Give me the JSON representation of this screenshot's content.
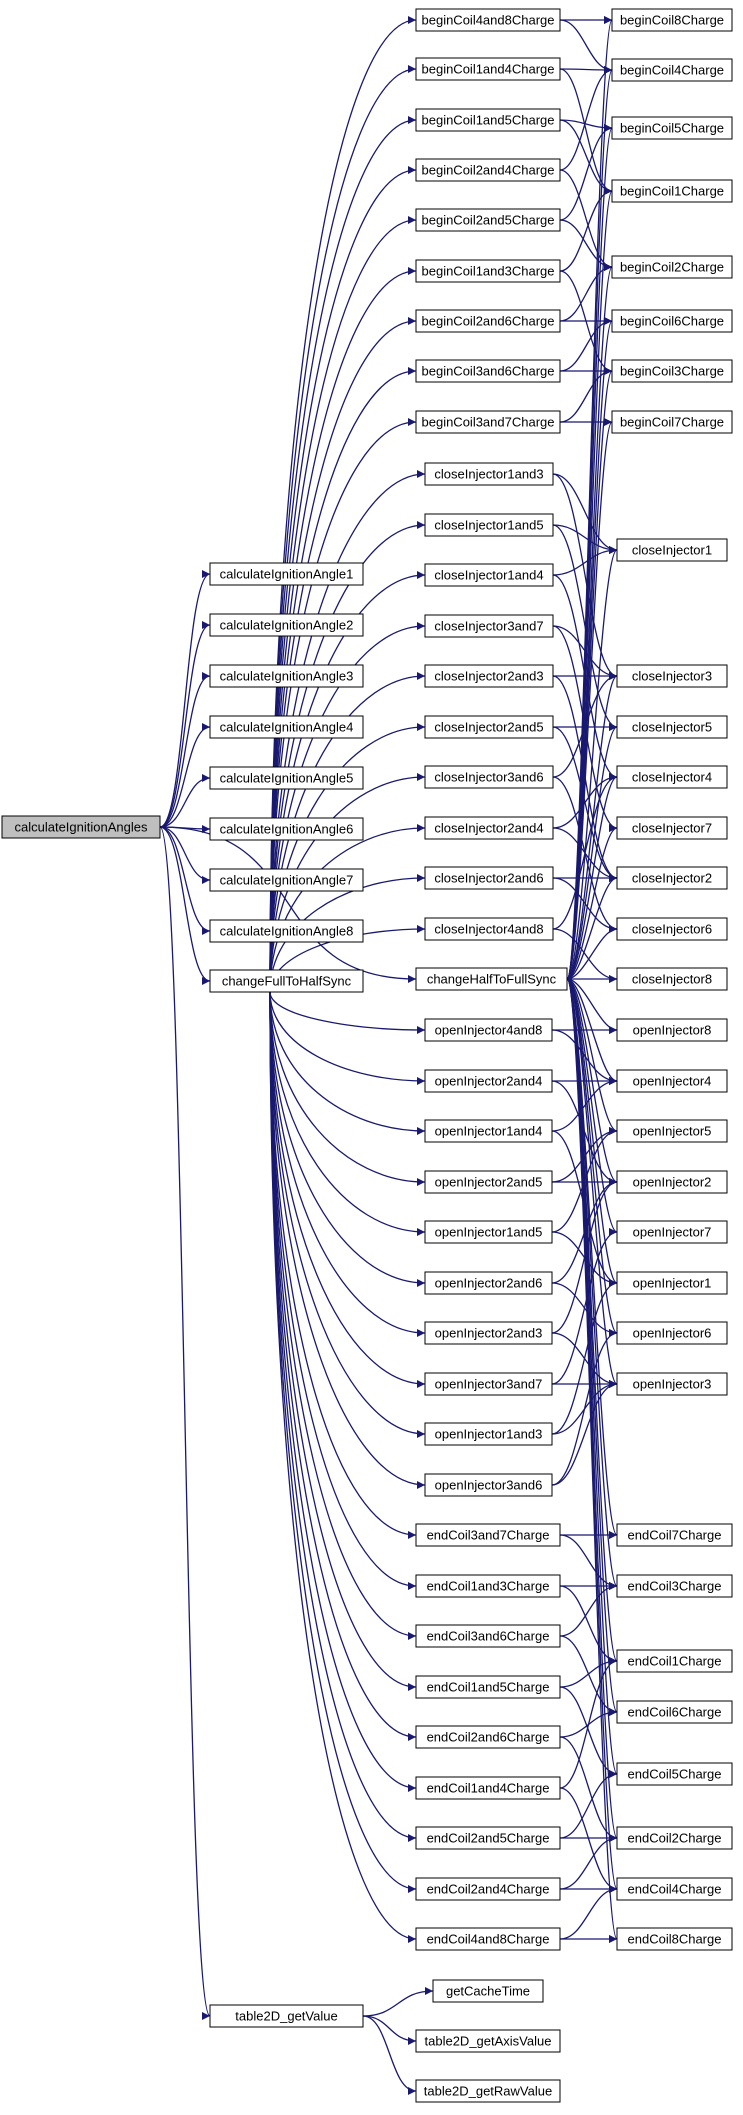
{
  "root": "calculateIgnitionAngles",
  "col1": [
    "calculateIgnitionAngle1",
    "calculateIgnitionAngle2",
    "calculateIgnitionAngle3",
    "calculateIgnitionAngle4",
    "calculateIgnitionAngle5",
    "calculateIgnitionAngle6",
    "calculateIgnitionAngle7",
    "calculateIgnitionAngle8",
    "changeFullToHalfSync",
    "table2D_getValue"
  ],
  "beginPairs": [
    "beginCoil4and8Charge",
    "beginCoil1and4Charge",
    "beginCoil1and5Charge",
    "beginCoil2and4Charge",
    "beginCoil2and5Charge",
    "beginCoil1and3Charge",
    "beginCoil2and6Charge",
    "beginCoil3and6Charge",
    "beginCoil3and7Charge"
  ],
  "closePairs": [
    "closeInjector1and3",
    "closeInjector1and5",
    "closeInjector1and4",
    "closeInjector3and7",
    "closeInjector2and3",
    "closeInjector2and5",
    "closeInjector3and6",
    "closeInjector2and4",
    "closeInjector2and6",
    "closeInjector4and8"
  ],
  "halfToFull": "changeHalfToFullSync",
  "openPairs": [
    "openInjector4and8",
    "openInjector2and4",
    "openInjector1and4",
    "openInjector2and5",
    "openInjector1and5",
    "openInjector2and6",
    "openInjector2and3",
    "openInjector3and7",
    "openInjector1and3",
    "openInjector3and6"
  ],
  "endPairs": [
    "endCoil3and7Charge",
    "endCoil1and3Charge",
    "endCoil3and6Charge",
    "endCoil1and5Charge",
    "endCoil2and6Charge",
    "endCoil1and4Charge",
    "endCoil2and5Charge",
    "endCoil2and4Charge",
    "endCoil4and8Charge"
  ],
  "tableFns": [
    "getCacheTime",
    "table2D_getAxisValue",
    "table2D_getRawValue"
  ],
  "beginCoils": [
    "beginCoil8Charge",
    "beginCoil4Charge",
    "beginCoil5Charge",
    "beginCoil1Charge",
    "beginCoil2Charge",
    "beginCoil6Charge",
    "beginCoil3Charge",
    "beginCoil7Charge"
  ],
  "closeInjectors": [
    "closeInjector1",
    "closeInjector3",
    "closeInjector5",
    "closeInjector4",
    "closeInjector7",
    "closeInjector2",
    "closeInjector6",
    "closeInjector8"
  ],
  "openInjectors": [
    "openInjector8",
    "openInjector4",
    "openInjector5",
    "openInjector2",
    "openInjector7",
    "openInjector1",
    "openInjector6",
    "openInjector3"
  ],
  "endCoils": [
    "endCoil7Charge",
    "endCoil3Charge",
    "endCoil1Charge",
    "endCoil6Charge",
    "endCoil5Charge",
    "endCoil2Charge",
    "endCoil4Charge",
    "endCoil8Charge"
  ],
  "colors": {
    "edge": "#191970",
    "root_fill": "#bfbfbf",
    "node_stroke": "#000000"
  }
}
